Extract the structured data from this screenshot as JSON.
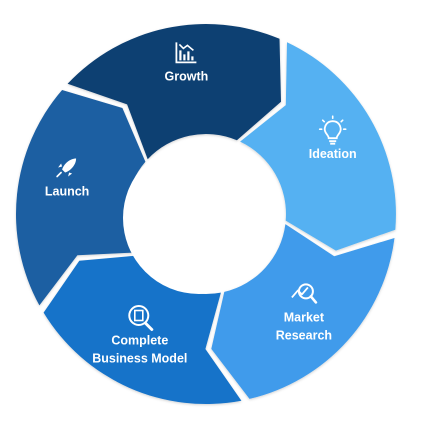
{
  "diagram": {
    "stages": [
      {
        "name": "ideation",
        "label_lines": [
          "Ideation"
        ],
        "icon": "lightbulb-icon",
        "color": "#55B1F2"
      },
      {
        "name": "market-research",
        "label_lines": [
          "Market",
          "Research"
        ],
        "icon": "magnifier-chart-icon",
        "color": "#3F9BEB"
      },
      {
        "name": "complete-business-model",
        "label_lines": [
          "Complete",
          "Business Model"
        ],
        "icon": "search-document-icon",
        "color": "#1673C9"
      },
      {
        "name": "launch",
        "label_lines": [
          "Launch"
        ],
        "icon": "rocket-icon",
        "color": "#1B5EA2"
      },
      {
        "name": "growth",
        "label_lines": [
          "Growth"
        ],
        "icon": "growth-chart-icon",
        "color": "#0D3F72"
      }
    ]
  }
}
